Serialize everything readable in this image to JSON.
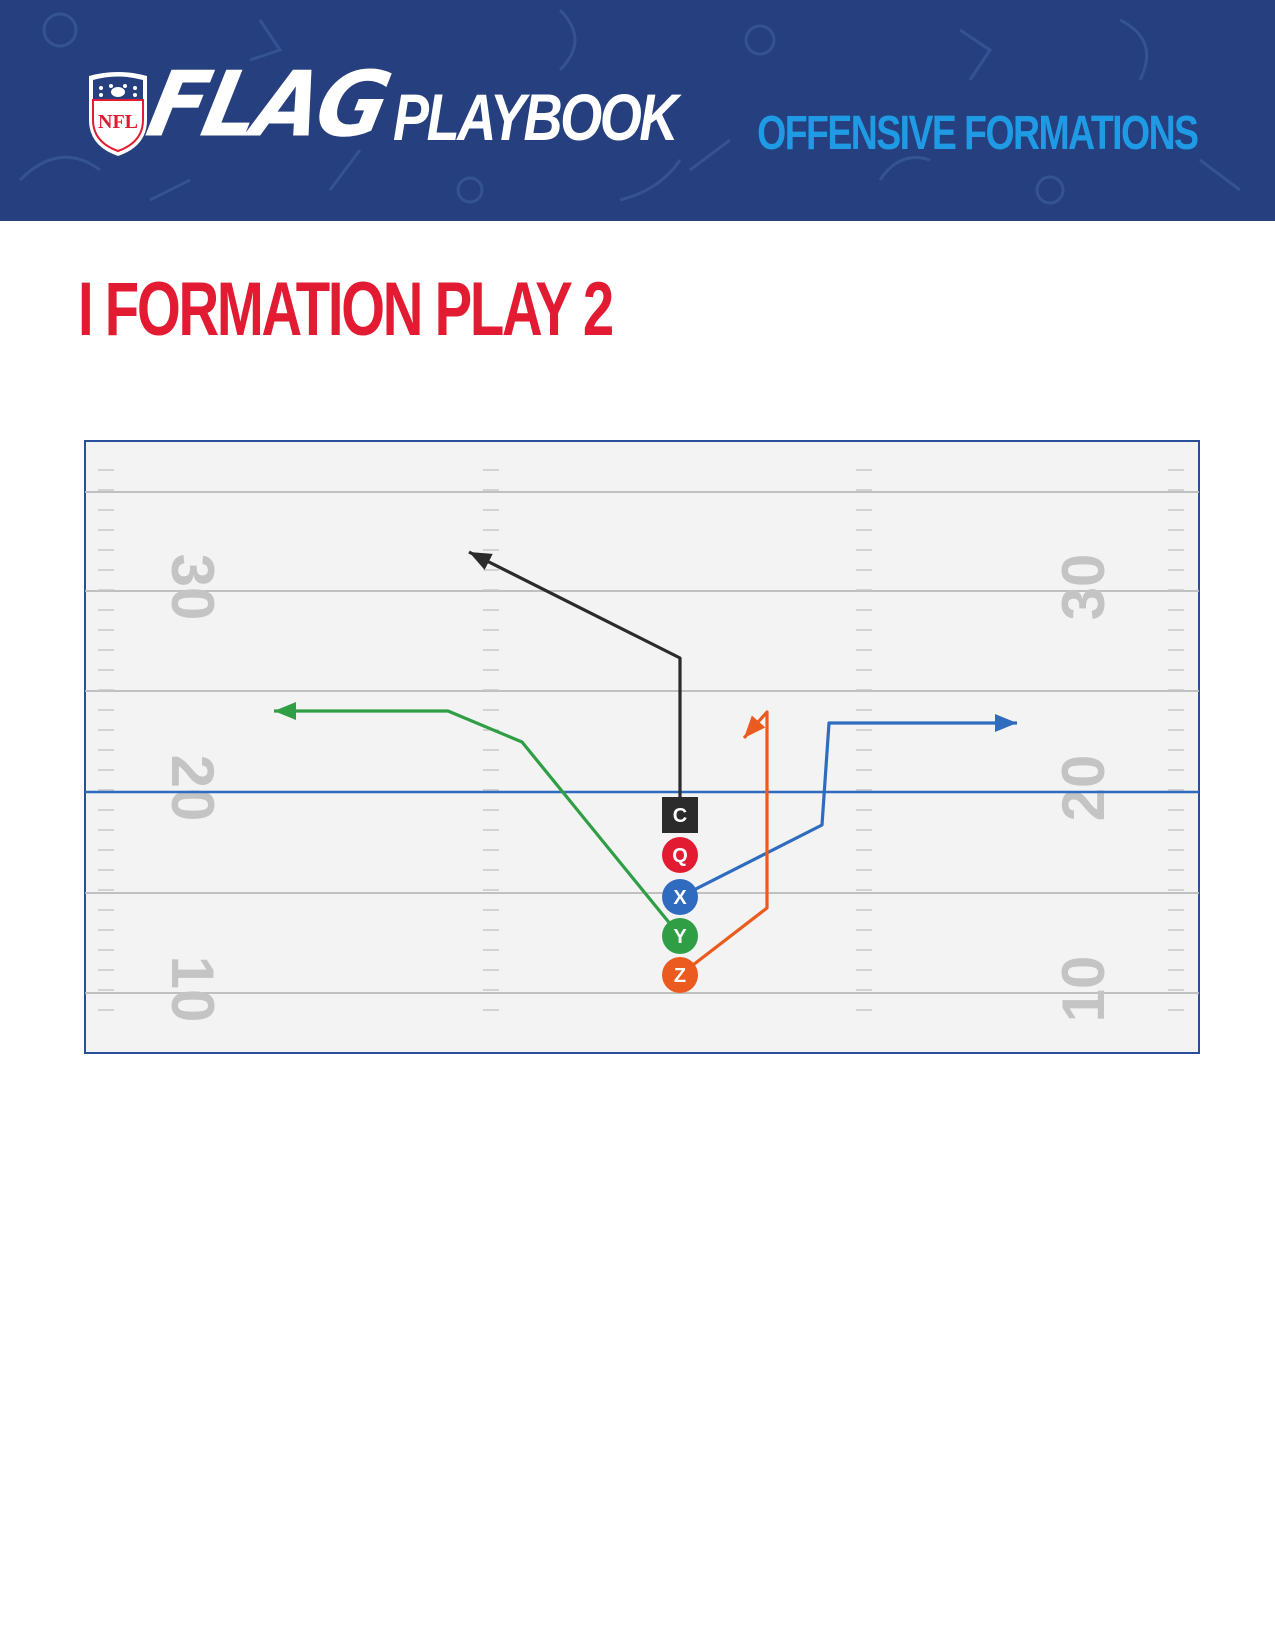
{
  "header": {
    "logo_text": "NFL",
    "brand_flag": "FLAG",
    "brand_playbook": "PLAYBOOK",
    "section": "OFFENSIVE FORMATIONS"
  },
  "page_title": "I FORMATION PLAY 2",
  "field": {
    "yard_numbers": [
      "30",
      "20",
      "10"
    ],
    "line_of_scrimmage_color": "#2f6bbf"
  },
  "players": [
    {
      "label": "C",
      "shape": "square",
      "color": "#2b2b2b"
    },
    {
      "label": "Q",
      "shape": "circle",
      "color": "#e21b32"
    },
    {
      "label": "X",
      "shape": "circle",
      "color": "#2f6bbf"
    },
    {
      "label": "Y",
      "shape": "circle",
      "color": "#2f9e44"
    },
    {
      "label": "Z",
      "shape": "circle",
      "color": "#eb5a1e"
    }
  ],
  "colors": {
    "banner": "#263f7e",
    "title": "#e21b32",
    "section": "#1e9be4",
    "field_bg": "#f3f3f3",
    "field_border": "#2a4f9a"
  }
}
